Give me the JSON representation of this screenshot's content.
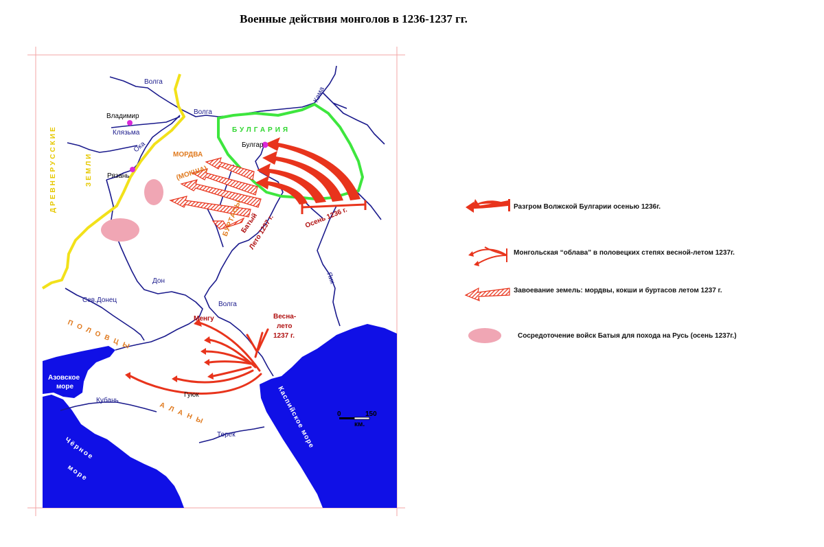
{
  "title": "Военные действия монголов в 1236-1237 гг.",
  "map": {
    "regions": {
      "rus": "ДРЕВНЕРУССКИЕ",
      "rus2": "ЗЕМЛИ",
      "bulgaria": "БУЛГАРИЯ",
      "mordva": "МОРДВА",
      "moksha": "(МОКША)",
      "burtasy": "БУРТАСЫ",
      "polovtsy": "ПОЛОВЦЫ",
      "alany": "АЛАНЫ"
    },
    "rivers": {
      "volga_top": "Волга",
      "volga_mid": "Волга",
      "volga_low": "Волга",
      "kama": "Кама",
      "oka": "Ока",
      "klyazma": "Клязьма",
      "don": "Дон",
      "sev_donets": "Сев.Донец",
      "yaik": "Яик",
      "kuban": "Кубань",
      "terek": "Терек"
    },
    "cities": {
      "vladimir": "Владимир",
      "ryazan": "Рязань",
      "bulgar": "Булгар"
    },
    "seas": {
      "azov_1": "Азовское",
      "azov_2": "море",
      "black": "Чёрное",
      "black_2": "море",
      "caspian": "Каспийское море"
    },
    "annotations": {
      "autumn_1236": "Осень 1236 г.",
      "batu_1": "Батый",
      "batu_2": "Лето 1237 г.",
      "spring_1": "Весна-",
      "spring_2": "лето",
      "spring_3": "1237 г.",
      "mengu": "Менгу",
      "guyuk": "Гуюк"
    },
    "scale": {
      "zero": "0",
      "max": "150",
      "unit": "км."
    },
    "colors": {
      "sea": "#1010e6",
      "river": "#1a1a8c",
      "rus_border": "#f2e11a",
      "bulgaria_border": "#3ee63e",
      "arrow": "#e8341c",
      "camp": "#f0a6b4"
    }
  },
  "legend": [
    {
      "icon": "bulgaria-arrow-icon",
      "text": "Разгром Волжской Булгарии осенью 1236г."
    },
    {
      "icon": "raid-arrow-icon",
      "text": "Монгольская “облава” в половецких степях весной-летом 1237г."
    },
    {
      "icon": "hatched-arrow-icon",
      "text": "Завоевание земель: мордвы, кокши и буртасов  летом 1237 г."
    },
    {
      "icon": "camp-icon",
      "text": "Сосредоточение войск Батыя для похода на Русь (осень 1237г.)"
    }
  ]
}
